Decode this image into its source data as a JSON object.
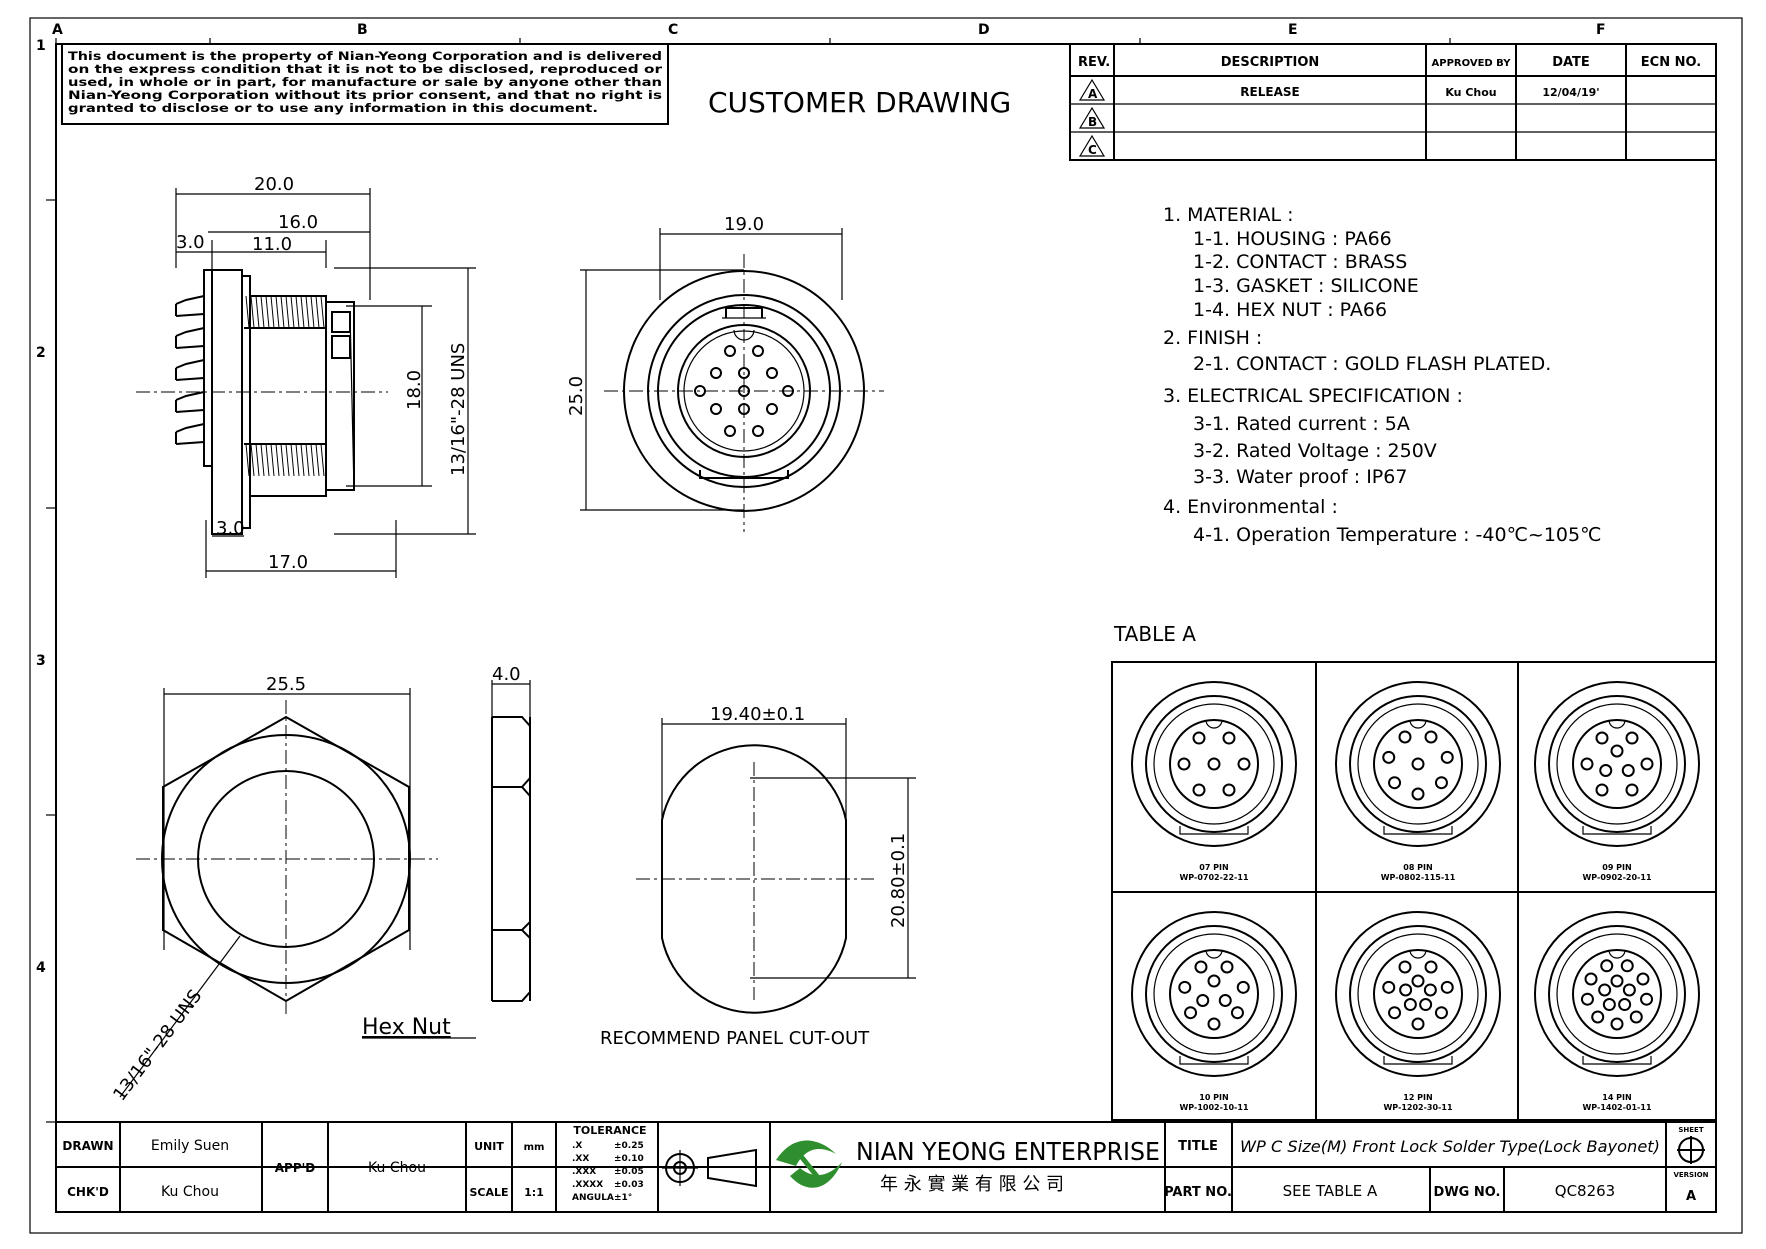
{
  "frame": {
    "col_labels": [
      "A",
      "B",
      "C",
      "D",
      "E",
      "F"
    ],
    "row_labels": [
      "1",
      "2",
      "3",
      "4"
    ]
  },
  "notice": {
    "lines": [
      "This document is the property of Nian-Yeong Corporation and is delivered",
      "on the express condition that it is not to be disclosed, reproduced or",
      "used, in whole or in part, for manufacture or sale by anyone other than",
      "Nian-Yeong Corporation without its prior consent, and that no right is",
      "granted to disclose or to use any information in this document."
    ]
  },
  "drawing_title": "CUSTOMER DRAWING",
  "revision_table": {
    "headers": [
      "REV.",
      "DESCRIPTION",
      "APPROVED BY",
      "DATE",
      "ECN NO."
    ],
    "rows": [
      {
        "rev": "A",
        "description": "RELEASE",
        "approved_by": "Ku Chou",
        "date": "12/04/19'",
        "ecn": ""
      },
      {
        "rev": "B",
        "description": "",
        "approved_by": "",
        "date": "",
        "ecn": ""
      },
      {
        "rev": "C",
        "description": "",
        "approved_by": "",
        "date": "",
        "ecn": ""
      }
    ]
  },
  "specs": {
    "lines": [
      "1. MATERIAL :",
      "1-1. HOUSING : PA66",
      "1-2. CONTACT : BRASS",
      "1-3. GASKET : SILICONE",
      "1-4. HEX NUT : PA66",
      "2. FINISH :",
      "2-1. CONTACT : GOLD FLASH PLATED.",
      "3. ELECTRICAL SPECIFICATION :",
      "3-1. Rated current : 5A",
      "3-2. Rated Voltage : 250V",
      "3-3. Water proof : IP67",
      "4. Environmental :",
      "4-1. Operation Temperature : -40℃~105℃"
    ]
  },
  "side_view": {
    "dim_total": "20.0",
    "dim_16": "16.0",
    "dim_3_top": "3.0",
    "dim_11": "11.0",
    "dim_18": "18.0",
    "thread": "13/16\"-28 UNS",
    "dim_3_bottom": "3.0",
    "dim_17": "17.0"
  },
  "front_view": {
    "dim_width": "19.0",
    "dim_height": "25.0"
  },
  "hex_nut": {
    "dim_width": "25.5",
    "dim_thickness": "4.0",
    "thread": "13/16\"-28 UNS",
    "label": "Hex Nut"
  },
  "panel_cutout": {
    "dim_width": "19.40±0.1",
    "dim_height": "20.80±0.1",
    "label": "RECOMMEND PANEL CUT-OUT"
  },
  "table_a": {
    "title": "TABLE A",
    "cells": [
      {
        "pins": "07 PIN",
        "part": "WP-0702-22-11",
        "n": 7
      },
      {
        "pins": "08 PIN",
        "part": "WP-0802-115-11",
        "n": 8
      },
      {
        "pins": "09 PIN",
        "part": "WP-0902-20-11",
        "n": 9
      },
      {
        "pins": "10 PIN",
        "part": "WP-1002-10-11",
        "n": 10
      },
      {
        "pins": "12 PIN",
        "part": "WP-1202-30-11",
        "n": 12
      },
      {
        "pins": "14 PIN",
        "part": "WP-1402-01-11",
        "n": 14
      }
    ]
  },
  "title_block": {
    "drawn_label": "DRAWN",
    "drawn": "Emily Suen",
    "chkd_label": "CHK'D",
    "chkd": "Ku Chou",
    "appd_label": "APP'D",
    "appd": "Ku Chou",
    "unit_label": "UNIT",
    "unit": "mm",
    "scale_label": "SCALE",
    "scale": "1:1",
    "tolerance_label": "TOLERANCE",
    "tolerance": [
      {
        "k": ".X",
        "v": "±0.25"
      },
      {
        "k": ".XX",
        "v": "±0.10"
      },
      {
        "k": ".XXX",
        "v": "±0.05"
      },
      {
        "k": ".XXXX",
        "v": "±0.03"
      },
      {
        "k": "ANGULA",
        "v": "±1°"
      }
    ],
    "company": "NIAN YEONG ENTERPRISE",
    "company_cn": "年 永 實 業 有 限 公 司",
    "title_label": "TITLE",
    "title": "WP C Size(M) Front Lock Solder Type(Lock Bayonet)",
    "part_label": "PART NO.",
    "part_no": "SEE TABLE A",
    "dwg_label": "DWG NO.",
    "dwg_no": "QC8263",
    "sheet_label": "SHEET",
    "version_label": "VERSION",
    "version": "A"
  },
  "colors": {
    "ink": "#000000",
    "logo_green": "#2f8f2f"
  }
}
